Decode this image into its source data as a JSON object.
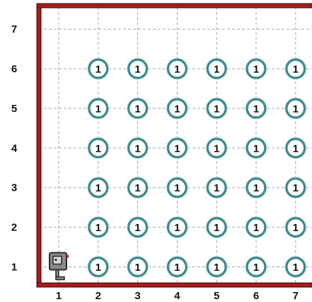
{
  "world": {
    "columns": [
      1,
      2,
      3,
      4,
      5,
      6,
      7
    ],
    "rows": [
      1,
      2,
      3,
      4,
      5,
      6,
      7
    ],
    "column_labels": [
      "1",
      "2",
      "3",
      "4",
      "5",
      "6",
      "7"
    ],
    "row_labels": [
      "1",
      "2",
      "3",
      "4",
      "5",
      "6",
      "7"
    ],
    "wall_color": "#a51c1c",
    "grid_color": "#a8a8a8",
    "robot": {
      "icon": "robot-icon",
      "avenue": 1,
      "street": 1,
      "facing": "east"
    },
    "beeper": {
      "color": "#3f8a8a",
      "label": "1"
    },
    "beepers": [
      {
        "avenue": 2,
        "street": 1,
        "count": "1"
      },
      {
        "avenue": 3,
        "street": 1,
        "count": "1"
      },
      {
        "avenue": 4,
        "street": 1,
        "count": "1"
      },
      {
        "avenue": 5,
        "street": 1,
        "count": "1"
      },
      {
        "avenue": 6,
        "street": 1,
        "count": "1"
      },
      {
        "avenue": 7,
        "street": 1,
        "count": "1"
      },
      {
        "avenue": 2,
        "street": 2,
        "count": "1"
      },
      {
        "avenue": 3,
        "street": 2,
        "count": "1"
      },
      {
        "avenue": 4,
        "street": 2,
        "count": "1"
      },
      {
        "avenue": 5,
        "street": 2,
        "count": "1"
      },
      {
        "avenue": 6,
        "street": 2,
        "count": "1"
      },
      {
        "avenue": 7,
        "street": 2,
        "count": "1"
      },
      {
        "avenue": 2,
        "street": 3,
        "count": "1"
      },
      {
        "avenue": 3,
        "street": 3,
        "count": "1"
      },
      {
        "avenue": 4,
        "street": 3,
        "count": "1"
      },
      {
        "avenue": 5,
        "street": 3,
        "count": "1"
      },
      {
        "avenue": 6,
        "street": 3,
        "count": "1"
      },
      {
        "avenue": 7,
        "street": 3,
        "count": "1"
      },
      {
        "avenue": 2,
        "street": 4,
        "count": "1"
      },
      {
        "avenue": 3,
        "street": 4,
        "count": "1"
      },
      {
        "avenue": 4,
        "street": 4,
        "count": "1"
      },
      {
        "avenue": 5,
        "street": 4,
        "count": "1"
      },
      {
        "avenue": 6,
        "street": 4,
        "count": "1"
      },
      {
        "avenue": 7,
        "street": 4,
        "count": "1"
      },
      {
        "avenue": 2,
        "street": 5,
        "count": "1"
      },
      {
        "avenue": 3,
        "street": 5,
        "count": "1"
      },
      {
        "avenue": 4,
        "street": 5,
        "count": "1"
      },
      {
        "avenue": 5,
        "street": 5,
        "count": "1"
      },
      {
        "avenue": 6,
        "street": 5,
        "count": "1"
      },
      {
        "avenue": 7,
        "street": 5,
        "count": "1"
      },
      {
        "avenue": 2,
        "street": 6,
        "count": "1"
      },
      {
        "avenue": 3,
        "street": 6,
        "count": "1"
      },
      {
        "avenue": 4,
        "street": 6,
        "count": "1"
      },
      {
        "avenue": 5,
        "street": 6,
        "count": "1"
      },
      {
        "avenue": 6,
        "street": 6,
        "count": "1"
      },
      {
        "avenue": 7,
        "street": 6,
        "count": "1"
      }
    ]
  }
}
